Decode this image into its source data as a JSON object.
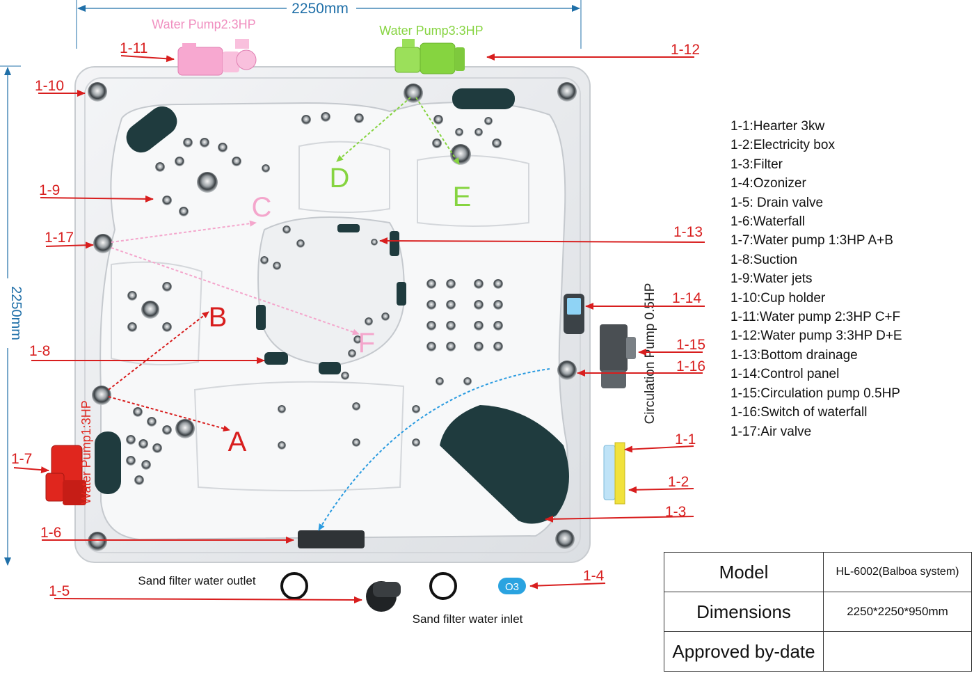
{
  "dimension_top": "2250mm",
  "dimension_left": "2250mm",
  "pumps": {
    "pump2": "Water Pump2:3HP",
    "pump3": "Water Pump3:3HP",
    "pump1": "Water Pump1:3HP",
    "circulation": "Circulation Pump 0.5HP"
  },
  "callouts": [
    "1-1",
    "1-2",
    "1-3",
    "1-4",
    "1-5",
    "1-6",
    "1-7",
    "1-8",
    "1-9",
    "1-10",
    "1-11",
    "1-12",
    "1-13",
    "1-14",
    "1-15",
    "1-16",
    "1-17"
  ],
  "zone_letters": [
    "A",
    "B",
    "C",
    "D",
    "E",
    "F"
  ],
  "filter": {
    "outlet": "Sand filter water outlet",
    "inlet": "Sand filter water inlet",
    "ozonizer_badge": "O3"
  },
  "legend": [
    "1-1:Hearter 3kw",
    "1-2:Electricity box",
    "1-3:Filter",
    "1-4:Ozonizer",
    "1-5: Drain valve",
    "1-6:Waterfall",
    "1-7:Water pump 1:3HP A+B",
    "1-8:Suction",
    "1-9:Water jets",
    "1-10:Cup holder",
    "1-11:Water pump 2:3HP C+F",
    "1-12:Water pump 3:3HP D+E",
    "1-13:Bottom drainage",
    "1-14:Control panel",
    "1-15:Circulation pump 0.5HP",
    "1-16:Switch of  waterfall",
    "1-17:Air valve"
  ],
  "spec_table": [
    {
      "label": "Model",
      "value": "HL-6002(Balboa system)"
    },
    {
      "label": "Dimensions",
      "value": "2250*2250*950mm"
    },
    {
      "label": "Approved by-date",
      "value": ""
    }
  ],
  "colors": {
    "callout": "#d81e1e",
    "pump2": "#f08fc0",
    "pump3": "#86d440",
    "pump1": "#e0261e",
    "dimension": "#1f6fa8",
    "waterfall_line": "#2a9be0",
    "shell": "#e9ebee",
    "pillow": "#1f3b3e"
  }
}
